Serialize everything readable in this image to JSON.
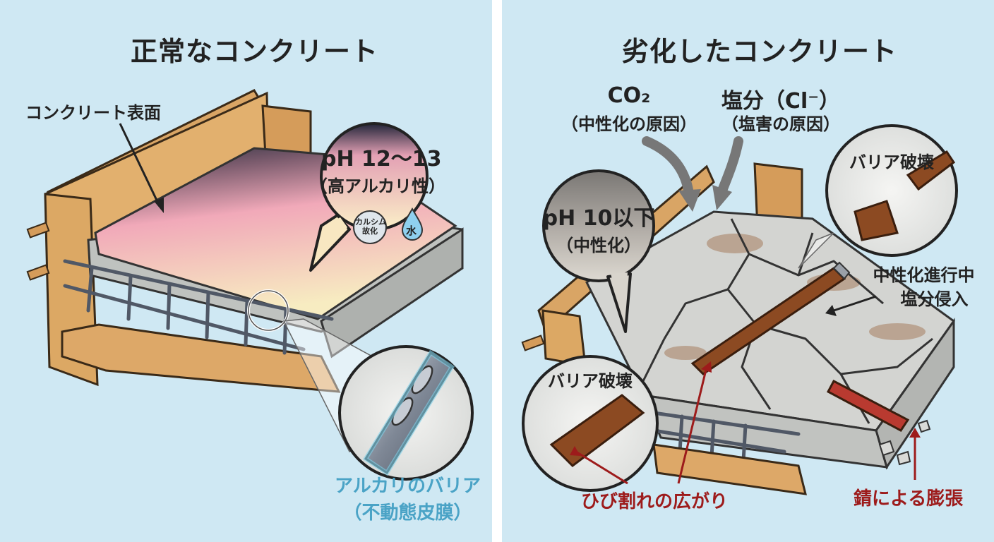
{
  "left": {
    "title": "正常なコンクリート",
    "surface_label": "コンクリート表面",
    "ph_value": "pH 12〜13",
    "ph_desc": "（高アルカリ性）",
    "calcium_line1": "カルシム",
    "calcium_line2": "故化",
    "water_label": "水",
    "barrier_line1": "アルカリのバリア",
    "barrier_line2": "（不動態皮膜）"
  },
  "right": {
    "title": "劣化したコンクリート",
    "co2_label": "CO₂",
    "co2_desc": "（中性化の原因）",
    "salt_label": "塩分（Cl⁻）",
    "salt_desc": "（塩害の原因）",
    "ph_value": "pH 10以下",
    "ph_desc": "（中性化）",
    "barrier_break_top": "バリア破壊",
    "barrier_break_bottom": "バリア破壊",
    "progress_line1": "中性化進行中",
    "progress_line2": "塩分侵入",
    "crack_label": "ひび割れの広がり",
    "rust_label": "錆による膨張"
  },
  "colors": {
    "background": "#cfe8f3",
    "wood": "#d9a565",
    "concrete": "#c9cbc8",
    "alkaline_top": "#2b2f3f",
    "alkaline_mid": "#f1a9b9",
    "alkaline_bottom": "#f7ecc1",
    "rust": "#8c4a22",
    "barrier_text": "#4aa3c6",
    "warning_text": "#9d1b1b"
  }
}
